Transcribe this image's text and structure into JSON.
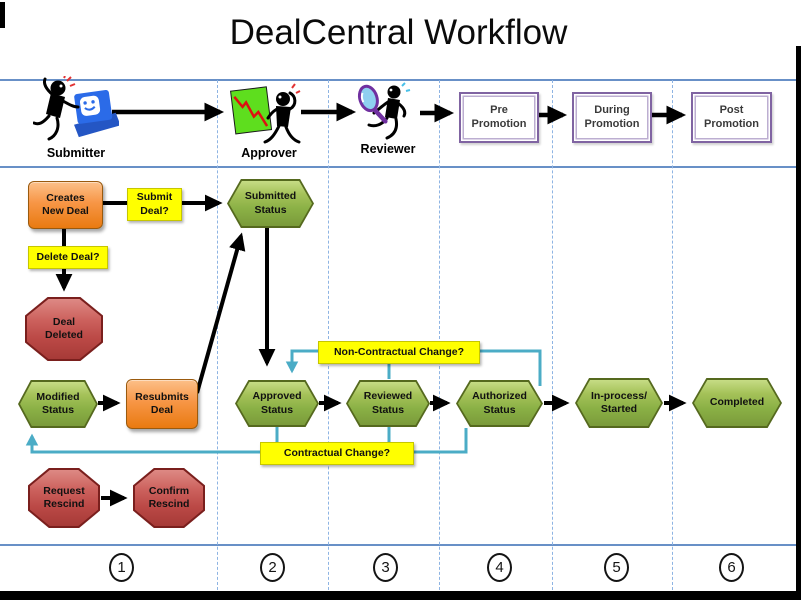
{
  "title": "DealCentral Workflow",
  "actors": {
    "submitter": "Submitter",
    "approver": "Approver",
    "reviewer": "Reviewer"
  },
  "promotion": {
    "pre": "Pre Promotion",
    "during": "During Promotion",
    "post": "Post Promotion"
  },
  "nodes": {
    "creates_new_deal": "Creates New Deal",
    "submit_deal": "Submit Deal?",
    "delete_deal": "Delete Deal?",
    "deal_deleted": "Deal Deleted",
    "submitted_status": "Submitted Status",
    "modified_status": "Modified Status",
    "resubmits_deal": "Resubmits Deal",
    "approved_status": "Approved Status",
    "reviewed_status": "Reviewed Status",
    "authorized_status": "Authorized Status",
    "non_contractual_change": "Non-Contractual Change?",
    "contractual_change": "Contractual Change?",
    "in_process_started": "In-process/ Started",
    "completed": "Completed",
    "request_rescind": "Request Rescind",
    "confirm_rescind": "Confirm Rescind"
  },
  "lanes": {
    "numbers": [
      "1",
      "2",
      "3",
      "4",
      "5",
      "6"
    ]
  },
  "colors": {
    "status_green": "#94b548",
    "action_orange": "#f79646",
    "decision_yellow": "#ffff00",
    "terminal_red": "#c0504d",
    "promotion_border_purple": "#8064a2",
    "connector_blue": "#4bacc6",
    "guide_line_blue": "#8eb4e3",
    "separator_blue": "#4d7dbd",
    "arrow_black": "#000000"
  }
}
